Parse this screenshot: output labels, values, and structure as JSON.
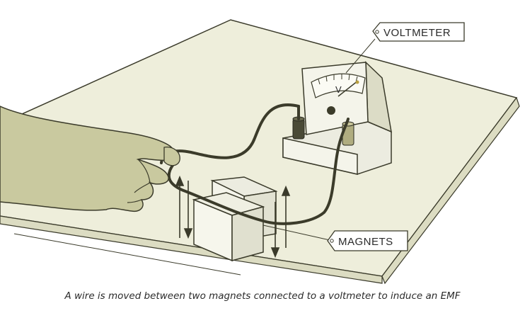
{
  "labels": {
    "voltmeter": "VOLTMETER",
    "magnets": "MAGNETS",
    "meter_unit": "V"
  },
  "caption": "A wire is moved between two magnets connected to a voltmeter to induce an EMF",
  "colors": {
    "table_top": "#eeeedb",
    "table_edge": "#dcdcc2",
    "skin": "#c9c99f",
    "device": "#f0f0e2",
    "wire": "#3b3b2a",
    "outline": "#3a3a2a"
  }
}
